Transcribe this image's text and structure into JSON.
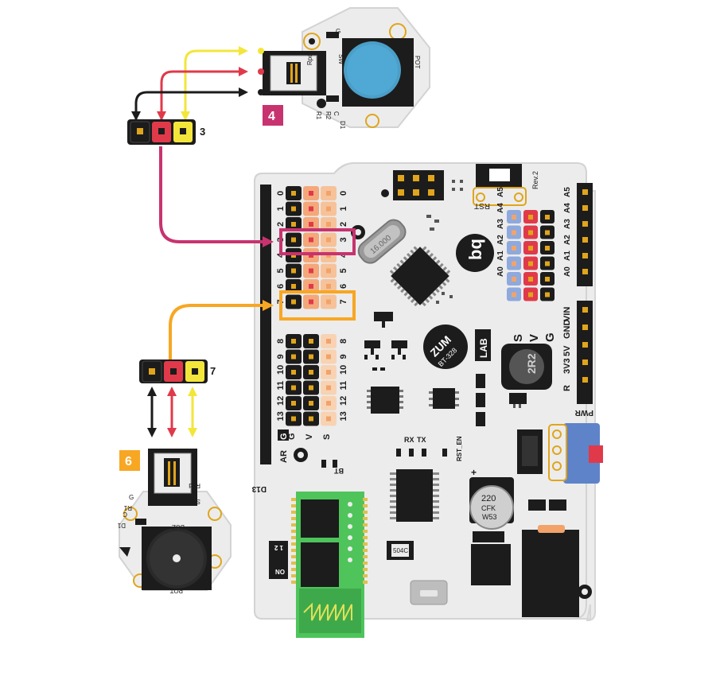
{
  "colors": {
    "board": "#ececec",
    "board_edge": "#d6d6d6",
    "header": "#1c1c1c",
    "signal_red": "#e03a4a",
    "signal_yellow": "#f3e63a",
    "pin_peach": "#f6c29a",
    "pin_orange": "#f2a36a",
    "analog_blue": "#8ea9dd",
    "highlight_pink": "#c7336f",
    "highlight_orange": "#f7a723",
    "bt_green": "#4ec45b",
    "badge_pink": "#c7336f",
    "badge_orange": "#f7a723"
  },
  "pot_module": {
    "badge": "4",
    "labels": {
      "rpd": "Rpd",
      "sw": "SW",
      "pot": "POT",
      "r1": "R1",
      "r2": "R2",
      "c": "C",
      "d1": "D1",
      "g": "G"
    }
  },
  "buzzer_module": {
    "badge": "6",
    "labels": {
      "rpd": "Rpd",
      "sw": "SW",
      "buz": "BUZ",
      "pot": "POT",
      "r1": "R1",
      "c": "C",
      "d1": "D1",
      "g": "G"
    }
  },
  "connectors": {
    "pot_pin": "3",
    "buzzer_pin": "7"
  },
  "board": {
    "rev": "Rev.2",
    "reset": "RST",
    "brand": "bq",
    "lab": "LAB",
    "zum": "ZUM",
    "model": "BT-328",
    "crystal": "16.000",
    "inductor": "2R2",
    "svg_label": {
      "s": "S",
      "v": "V",
      "g": "G"
    },
    "power_labels": [
      "VIN",
      "GND",
      "5V",
      "3V3",
      "R"
    ],
    "pwr": "PWR",
    "rx": "RX",
    "tx": "TX",
    "rst_en": "RST_EN",
    "bt": "BT",
    "d13": "D13",
    "ar": "AR",
    "g_box": "G",
    "cap_value": "220",
    "cap_code": "CFK",
    "cap_size": "W53",
    "fuse": "504C",
    "dip_on": "ON",
    "dip_nums": "1 2",
    "left_pins": [
      "0",
      "1",
      "2",
      "3",
      "4",
      "5",
      "6",
      "7",
      "8",
      "9",
      "10",
      "11",
      "12",
      "13"
    ],
    "right_pins": [
      "0",
      "1",
      "2",
      "3",
      "4",
      "5",
      "6",
      "7",
      "8",
      "9",
      "10",
      "11",
      "12",
      "13"
    ],
    "col_labels": {
      "g": "G",
      "v": "V",
      "s": "S"
    },
    "analog_labels": [
      "A5",
      "A4",
      "A3",
      "A2",
      "A1",
      "A0"
    ]
  }
}
